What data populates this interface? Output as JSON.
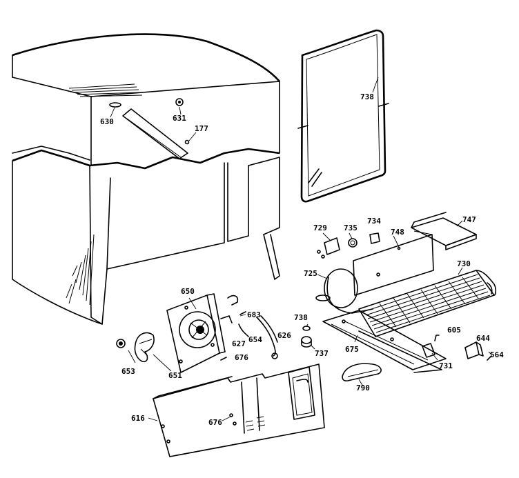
{
  "labels": {
    "p630": "630",
    "p631": "631",
    "p177": "177",
    "p738a": "738",
    "p729": "729",
    "p735": "735",
    "p734": "734",
    "p748": "748",
    "p747": "747",
    "p725": "725",
    "p730": "730",
    "p650": "650",
    "p683": "683",
    "p627": "627",
    "p654": "654",
    "p626": "626",
    "p738b": "738",
    "p737": "737",
    "p675": "675",
    "p605": "605",
    "p644": "644",
    "p564": "564",
    "p731": "731",
    "p790": "790",
    "p653": "653",
    "p651": "651",
    "p676a": "676",
    "p616": "616",
    "p676b": "676"
  }
}
